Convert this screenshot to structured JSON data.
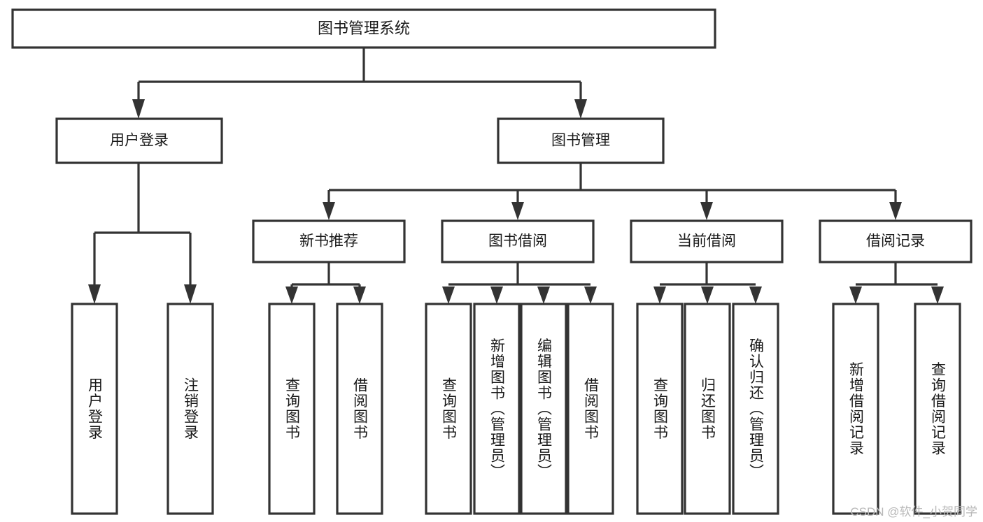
{
  "diagram": {
    "title": "图书管理系统",
    "type": "tree-hierarchy",
    "watermark": "CSDN @软件_小贺同学",
    "colors": {
      "background": "#ffffff",
      "stroke": "#333333",
      "node_fill": "#ffffff",
      "text": "#1a1a1a",
      "watermark": "#b8b8b8"
    },
    "root": {
      "label": "图书管理系统"
    },
    "level2": [
      {
        "label": "用户登录"
      },
      {
        "label": "图书管理"
      }
    ],
    "level3": [
      {
        "label": "新书推荐"
      },
      {
        "label": "图书借阅"
      },
      {
        "label": "当前借阅"
      },
      {
        "label": "借阅记录"
      }
    ],
    "leaves": {
      "user_login": [
        {
          "label": "用户登录"
        },
        {
          "label": "注销登录"
        }
      ],
      "new_book_recommend": [
        {
          "label": "查询图书"
        },
        {
          "label": "借阅图书"
        }
      ],
      "book_borrow": [
        {
          "label": "查询图书"
        },
        {
          "label": "新增图书（管理员）"
        },
        {
          "label": "编辑图书（管理员）"
        },
        {
          "label": "借阅图书"
        }
      ],
      "current_borrow": [
        {
          "label": "查询图书"
        },
        {
          "label": "归还图书"
        },
        {
          "label": "确认归还（管理员）"
        }
      ],
      "borrow_record": [
        {
          "label": "新增借阅记录"
        },
        {
          "label": "查询借阅记录"
        }
      ]
    }
  }
}
